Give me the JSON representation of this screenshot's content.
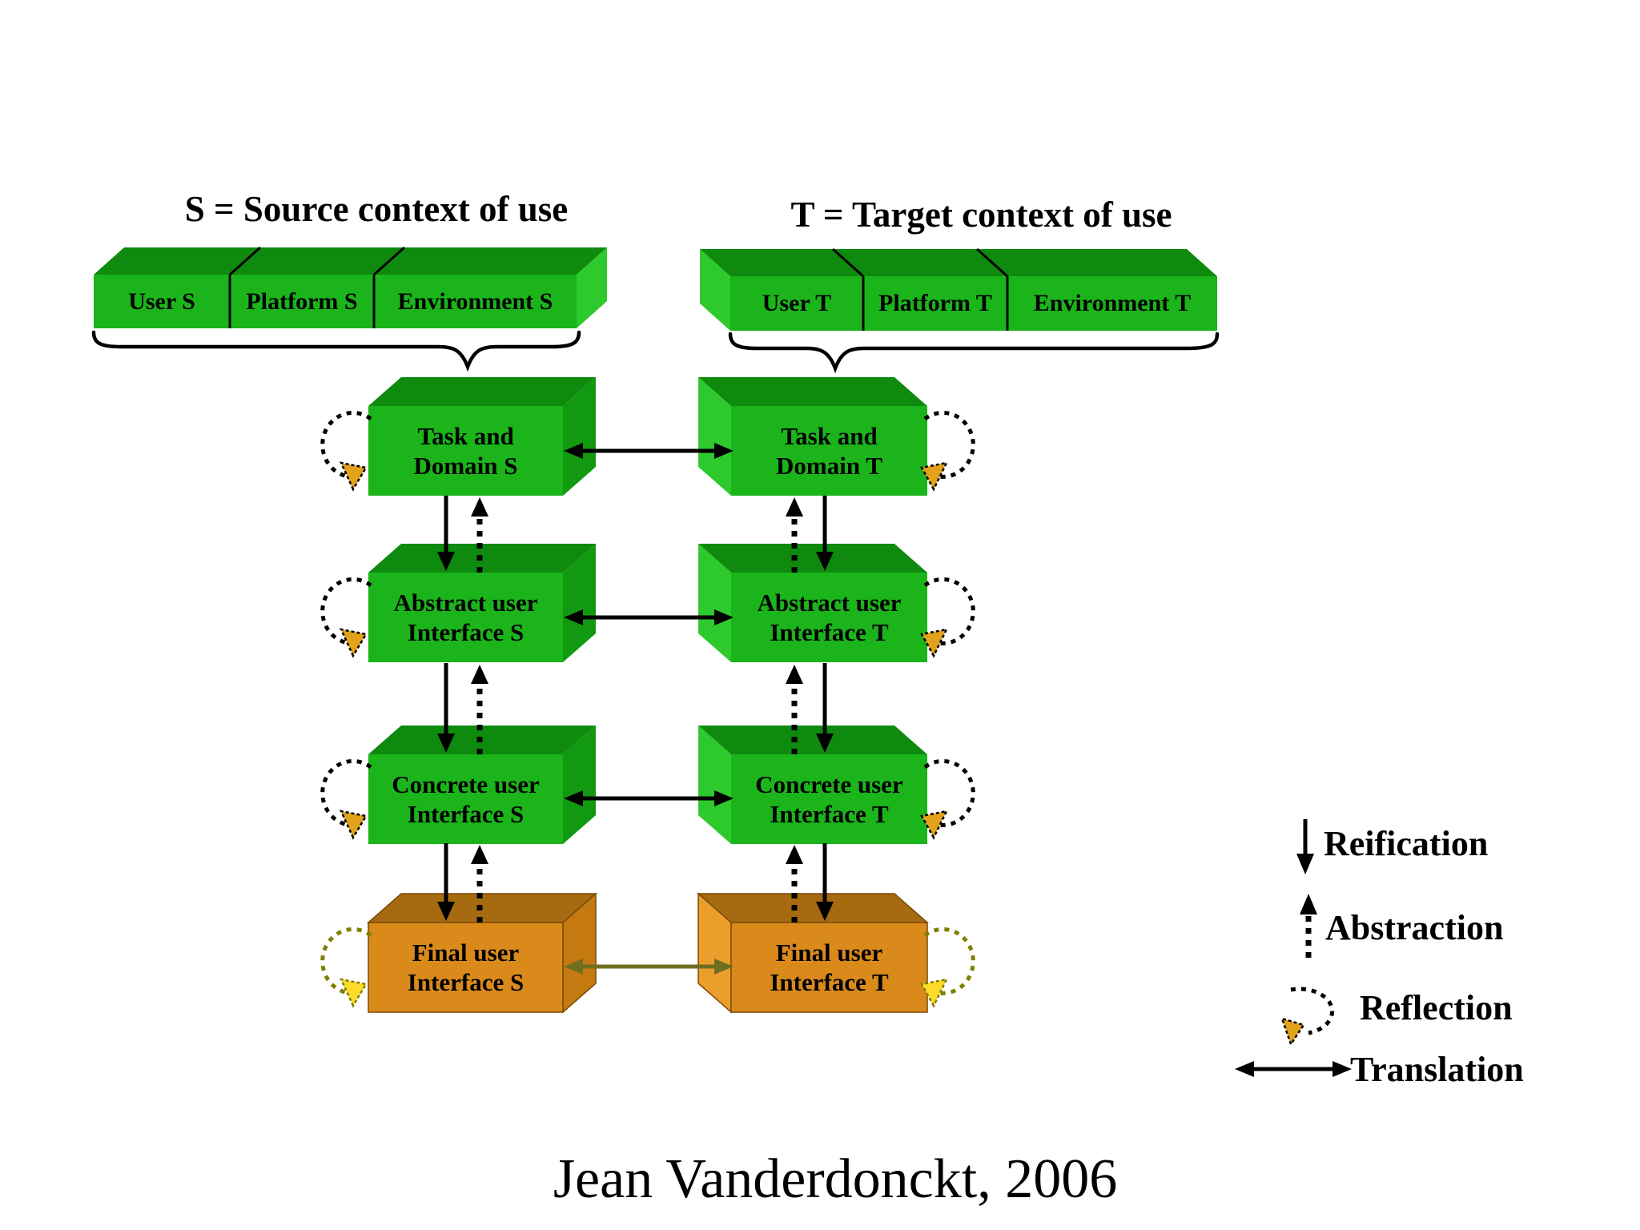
{
  "headers": {
    "source": "S = Source context of use",
    "target": "T = Target context of use"
  },
  "bars": {
    "source": {
      "segments": [
        {
          "label": "User S"
        },
        {
          "label": "Platform S"
        },
        {
          "label": "Environment S"
        }
      ]
    },
    "target": {
      "segments": [
        {
          "label": "User T"
        },
        {
          "label": "Platform T"
        },
        {
          "label": "Environment T"
        }
      ]
    }
  },
  "levels": {
    "source": [
      {
        "label": "Task and\nDomain S"
      },
      {
        "label": "Abstract user\nInterface S"
      },
      {
        "label": "Concrete user\nInterface S"
      },
      {
        "label": "Final user\nInterface S"
      }
    ],
    "target": [
      {
        "label": "Task and\nDomain T"
      },
      {
        "label": "Abstract user\nInterface T"
      },
      {
        "label": "Concrete user\nInterface T"
      },
      {
        "label": "Final user\nInterface T"
      }
    ]
  },
  "legend": {
    "items": [
      {
        "id": "reification",
        "label": "Reification"
      },
      {
        "id": "abstraction",
        "label": "Abstraction"
      },
      {
        "id": "reflection",
        "label": "Reflection"
      },
      {
        "id": "translation",
        "label": "Translation"
      }
    ]
  },
  "caption": "Jean Vanderdonckt, 2006",
  "colors": {
    "green_front": "#1BB41B",
    "green_top": "#0E8A0E",
    "green_side_light": "#2DC92D",
    "green_side_dark": "#119A11",
    "orange_front": "#DA8A1B",
    "orange_top": "#A66A10",
    "orange_side_light": "#EC9E2C",
    "orange_side_dark": "#C47A10",
    "orange_edge": "#7A4A06",
    "reflection_arrow": "#E2A21B",
    "final_loop": "#7F7F00",
    "final_arrow_fill": "#FFDB2C",
    "final_translation": "#6E6E1E",
    "line": "#000000"
  }
}
